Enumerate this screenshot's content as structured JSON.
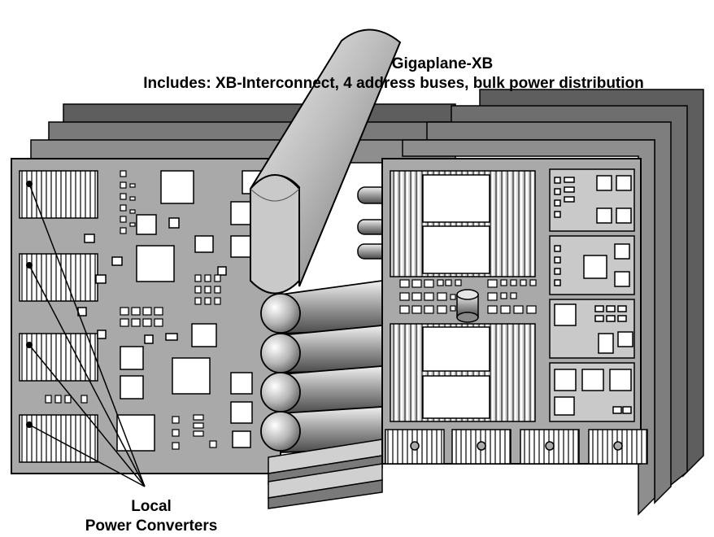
{
  "title": "Gigaplane-XB",
  "subtitle": "Includes: XB-Interconnect, 4 address buses, bulk power distribution",
  "callout": {
    "line1": "Local",
    "line2": "Power Converters",
    "count": 4
  },
  "colors": {
    "board": "#a9a9a9",
    "board_dark": "#6e6e6e",
    "back_board": "#5e5e5e",
    "chip": "#ffffff",
    "outline": "#000000"
  }
}
